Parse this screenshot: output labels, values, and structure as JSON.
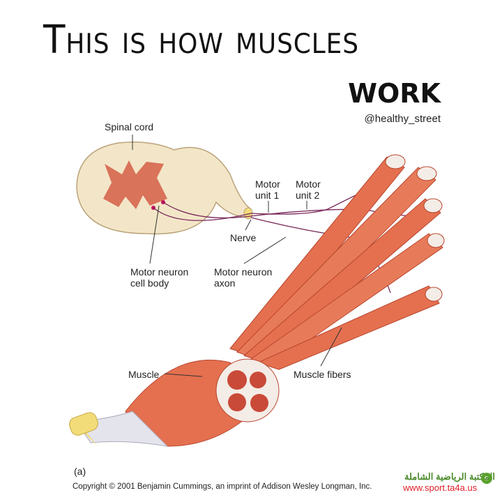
{
  "header": {
    "title_line1": "This is how muscles",
    "title_line2": "work",
    "handle": "@healthy_street"
  },
  "labels": {
    "spinal_cord": "Spinal cord",
    "motor_unit_1": "Motor unit 1",
    "motor_unit_2": "Motor unit 2",
    "nerve": "Nerve",
    "motor_neuron_cell_body": "Motor neuron cell body",
    "motor_neuron_axon": "Motor neuron axon",
    "muscle": "Muscle",
    "muscle_fibers": "Muscle fibers",
    "figure_label": "(a)"
  },
  "footer": {
    "copyright": "Copyright © 2001 Benjamin Cummings, an imprint of Addison Wesley Longman, Inc.",
    "watermark_arabic": "المكتبة الرياضية الشاملة",
    "watermark_url": "www.sport.ta4a.us"
  },
  "colors": {
    "muscle": "#e4704f",
    "spinal_cord": "#f3e6c8",
    "grey_matter": "#d9735a",
    "tendon": "#f2dc7a",
    "nerve": "#7a2a5a"
  }
}
